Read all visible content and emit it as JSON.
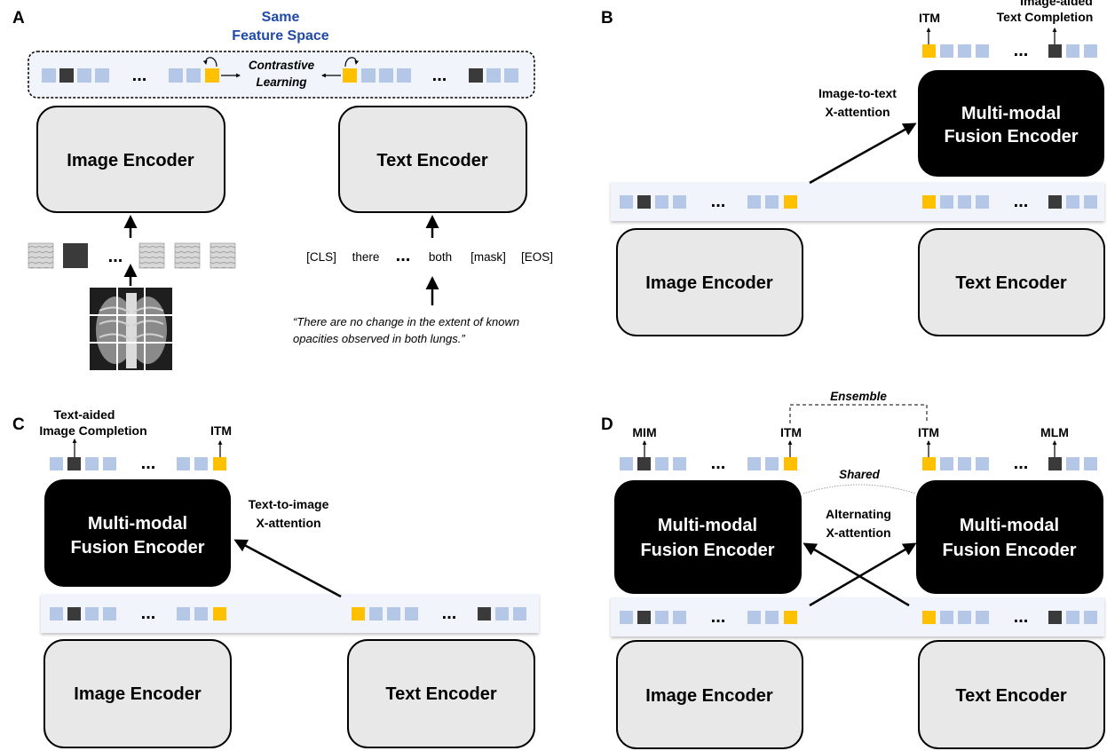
{
  "colors": {
    "token_light": "#b4c7e7",
    "token_dark": "#3a3a3a",
    "token_itm": "#ffc000",
    "encoder_fill": "#e8e8e8",
    "fusion_fill": "#000000",
    "feature_space_title": "#1f4aa8"
  },
  "ellipsis": "...",
  "panel_a": {
    "letter": "A",
    "feature_space_line1": "Same",
    "feature_space_line2": "Feature Space",
    "contrastive_line1": "Contrastive",
    "contrastive_line2": "Learning",
    "image_encoder": "Image Encoder",
    "text_encoder": "Text Encoder",
    "text_tokens": [
      "[CLS]",
      "there",
      "both",
      "[mask]",
      "[EOS]"
    ],
    "report_line1": "“There are no change in the extent of known",
    "report_line2": "opacities observed in both lungs.”",
    "icons": [
      "image-patch-icon",
      "chest-xray-icon",
      "loop-arrow-icon"
    ]
  },
  "panel_b": {
    "letter": "B",
    "itm": "ITM",
    "completion_line1": "Image-aided",
    "completion_line2": "Text Completion",
    "attention_line1": "Image-to-text",
    "attention_line2": "X-attention",
    "fusion_line1": "Multi-modal",
    "fusion_line2": "Fusion Encoder",
    "image_encoder": "Image Encoder",
    "text_encoder": "Text Encoder"
  },
  "panel_c": {
    "letter": "C",
    "completion_line1": "Text-aided",
    "completion_line2": "Image Completion",
    "itm": "ITM",
    "attention_line1": "Text-to-image",
    "attention_line2": "X-attention",
    "fusion_line1": "Multi-modal",
    "fusion_line2": "Fusion Encoder",
    "image_encoder": "Image Encoder",
    "text_encoder": "Text Encoder"
  },
  "panel_d": {
    "letter": "D",
    "ensemble": "Ensemble",
    "shared": "Shared",
    "mim": "MIM",
    "itm_left": "ITM",
    "itm_right": "ITM",
    "mlm": "MLM",
    "attention_line1": "Alternating",
    "attention_line2": "X-attention",
    "fusion_line1": "Multi-modal",
    "fusion_line2": "Fusion Encoder",
    "image_encoder": "Image Encoder",
    "text_encoder": "Text Encoder"
  }
}
